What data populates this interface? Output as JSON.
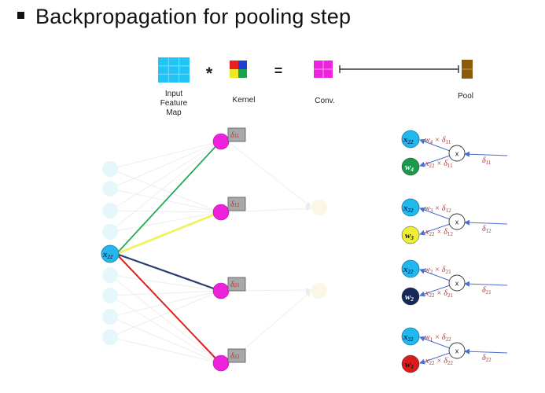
{
  "title": "Backpropagation for pooling step",
  "top_row": {
    "input_label": [
      "Input",
      "Feature",
      "Map"
    ],
    "kernel_label": "Kernel",
    "conv_label": "Conv.",
    "pool_label": "Pool",
    "multiply_symbol": "*",
    "equals_symbol": "="
  },
  "network": {
    "input_node": {
      "var": "x",
      "sub": "22"
    },
    "delta_boxes": [
      {
        "var": "δ",
        "sub": "11"
      },
      {
        "var": "δ",
        "sub": "12"
      },
      {
        "var": "δ",
        "sub": "21"
      },
      {
        "var": "δ",
        "sub": "22"
      }
    ],
    "edge_colors": [
      "#22aa55",
      "#f2f25a",
      "#2a3d6e",
      "#dd2222"
    ]
  },
  "gates": [
    {
      "weight_var": "w",
      "weight_sub": "4",
      "weight_color": "#1a9a4a",
      "weight_text_color": "#ffffff",
      "delta_sub": "11",
      "top_expr": [
        "w",
        "4",
        " × δ",
        "11"
      ],
      "bottom_expr": [
        "x",
        "22",
        " × δ",
        "11"
      ],
      "delta_label": [
        "δ",
        "11"
      ]
    },
    {
      "weight_var": "w",
      "weight_sub": "3",
      "weight_color": "#eeee33",
      "weight_text_color": "#111111",
      "delta_sub": "12",
      "top_expr": [
        "w",
        "3",
        " × δ",
        "12"
      ],
      "bottom_expr": [
        "x",
        "22",
        " × δ",
        "12"
      ],
      "delta_label": [
        "δ",
        "12"
      ]
    },
    {
      "weight_var": "w",
      "weight_sub": "2",
      "weight_color": "#14285a",
      "weight_text_color": "#ffffff",
      "delta_sub": "21",
      "top_expr": [
        "w",
        "2",
        " × δ",
        "21"
      ],
      "bottom_expr": [
        "x",
        "22",
        " × δ",
        "21"
      ],
      "delta_label": [
        "δ",
        "21"
      ]
    },
    {
      "weight_var": "w",
      "weight_sub": "1",
      "weight_color": "#dd1a1a",
      "weight_text_color": "#111111",
      "delta_sub": "22",
      "top_expr": [
        "w",
        "1",
        " × δ",
        "22"
      ],
      "bottom_expr": [
        "x",
        "22",
        " × δ",
        "22"
      ],
      "delta_label": [
        "δ",
        "22"
      ]
    }
  ],
  "gate_common": {
    "input_var": "x",
    "input_sub": "22",
    "op": "x"
  },
  "colors": {
    "cyan": "#22b8ee",
    "magenta": "#ee22dd",
    "pool_brown": "#8b5a0a",
    "faded_node": "#e6f7fc",
    "faded_output": "#fbf6e6",
    "gate_arrow": "#4a6fd0",
    "delta_gray": "#a8a8a8"
  }
}
